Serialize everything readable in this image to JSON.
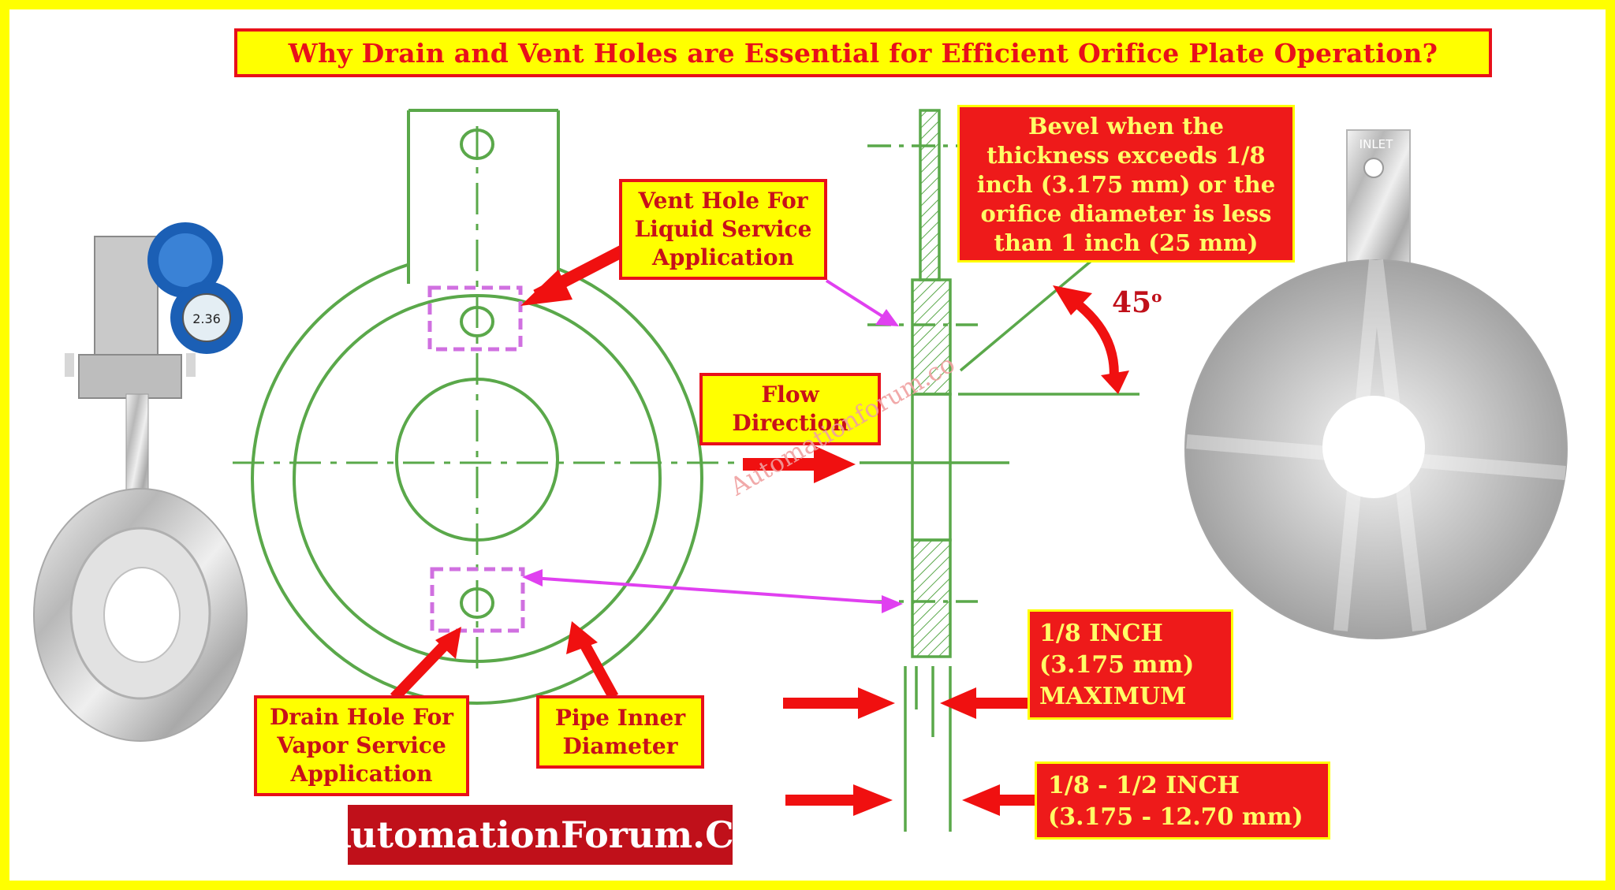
{
  "title": "Why Drain and Vent Holes are Essential for Efficient Orifice Plate Operation?",
  "labels": {
    "vent_hole": "Vent Hole For\nLiquid Service\nApplication",
    "flow_direction": "Flow\nDirection",
    "drain_hole": "Drain Hole For\nVapor Service\nApplication",
    "pipe_inner_diameter": "Pipe Inner\nDiameter",
    "bevel_note": "Bevel when the\nthickness exceeds 1/8\ninch (3.175 mm) or the\norifice diameter is less\nthan 1 inch (25 mm)",
    "thickness_max": "1/8 INCH\n(3.175 mm)\nMAXIMUM",
    "thickness_range": "1/8 - 1/2 INCH\n(3.175 - 12.70 mm)",
    "angle": "45",
    "angle_unit": "o"
  },
  "watermark": "Automationforum.co",
  "brand": "AutomationForum.Co",
  "transmitter_display": "2.36",
  "plate_stamp": "INLET",
  "colors": {
    "border": "#ffff00",
    "label_fill": "#ffff00",
    "label_border": "#e8101a",
    "note_fill": "#ee1a1a",
    "arrow_red": "#f01010",
    "arrow_magenta": "#e040f0",
    "drawing_green": "#5aa84a",
    "brand_fill": "#c0101a"
  },
  "icons": [
    "transmitter-icon",
    "orifice-plate-photo-icon"
  ]
}
